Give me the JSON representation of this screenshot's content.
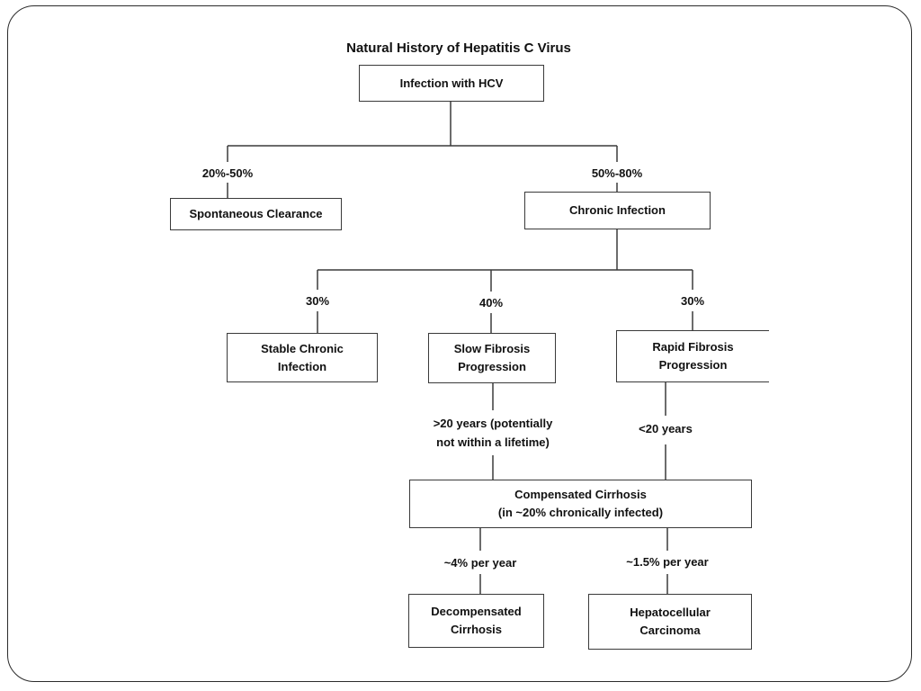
{
  "title": "Natural History of Hepatitis C Virus",
  "nodes": {
    "infection": "Infection with HCV",
    "clearance": "Spontaneous Clearance",
    "chronic": "Chronic Infection",
    "stable": "Stable Chronic\nInfection",
    "slow": "Slow Fibrosis\nProgression",
    "rapid": "Rapid Fibrosis\nProgression",
    "cirrhosis": "Compensated Cirrhosis\n(in ~20% chronically infected)",
    "decompensated": "Decompensated\nCirrhosis",
    "hcc": "Hepatocellular\nCarcinoma"
  },
  "edge_labels": {
    "clearance_pct": "20%-50%",
    "chronic_pct": "50%-80%",
    "stable_pct": "30%",
    "slow_pct": "40%",
    "rapid_pct": "30%",
    "slow_years": ">20 years (potentially\nnot within a lifetime)",
    "rapid_years": "<20 years",
    "decomp_rate": "~4% per year",
    "hcc_rate": "~1.5% per year"
  }
}
